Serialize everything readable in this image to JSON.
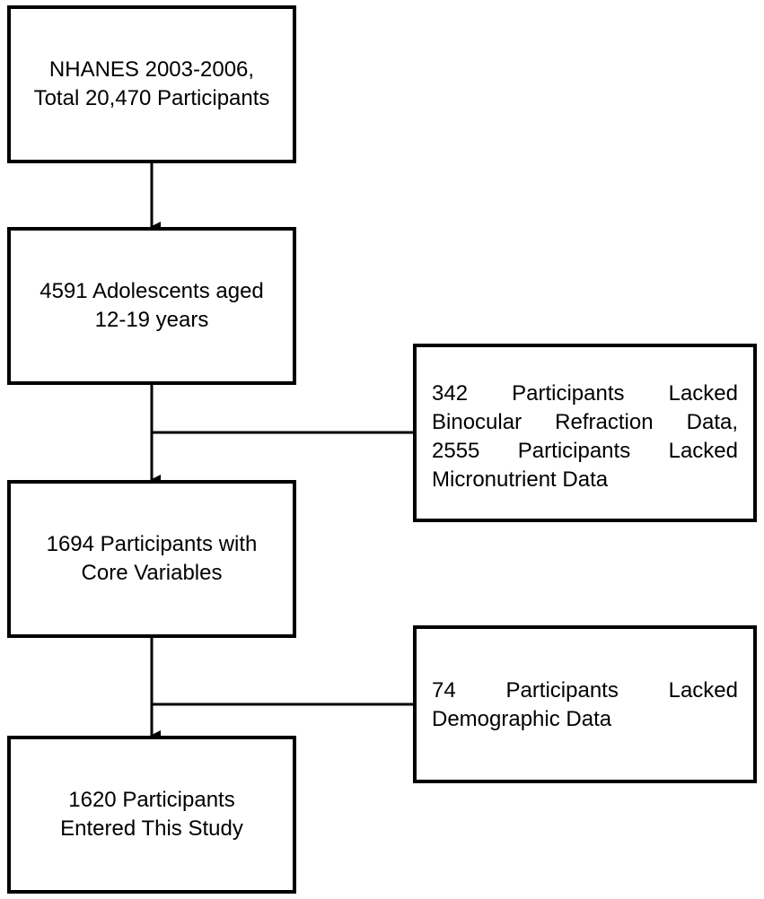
{
  "boxes": {
    "nhanes": {
      "lines": [
        "NHANES 2003-2006,",
        "Total 20,470 Participants"
      ]
    },
    "adolescents": {
      "lines": [
        "4591 Adolescents aged",
        "12-19 years"
      ]
    },
    "core": {
      "lines": [
        "1694 Participants with",
        "Core Variables"
      ]
    },
    "entered": {
      "lines": [
        "1620 Participants",
        "Entered This Study"
      ]
    }
  },
  "exclusions": {
    "first": {
      "lines": [
        "342 Participants Lacked",
        "Binocular Refraction Data,",
        "2555 Participants Lacked",
        "Micronutrient Data"
      ]
    },
    "second": {
      "lines": [
        "74 Participants Lacked",
        "Demographic Data"
      ]
    }
  },
  "colors": {
    "stroke": "#000000",
    "background": "#ffffff"
  }
}
